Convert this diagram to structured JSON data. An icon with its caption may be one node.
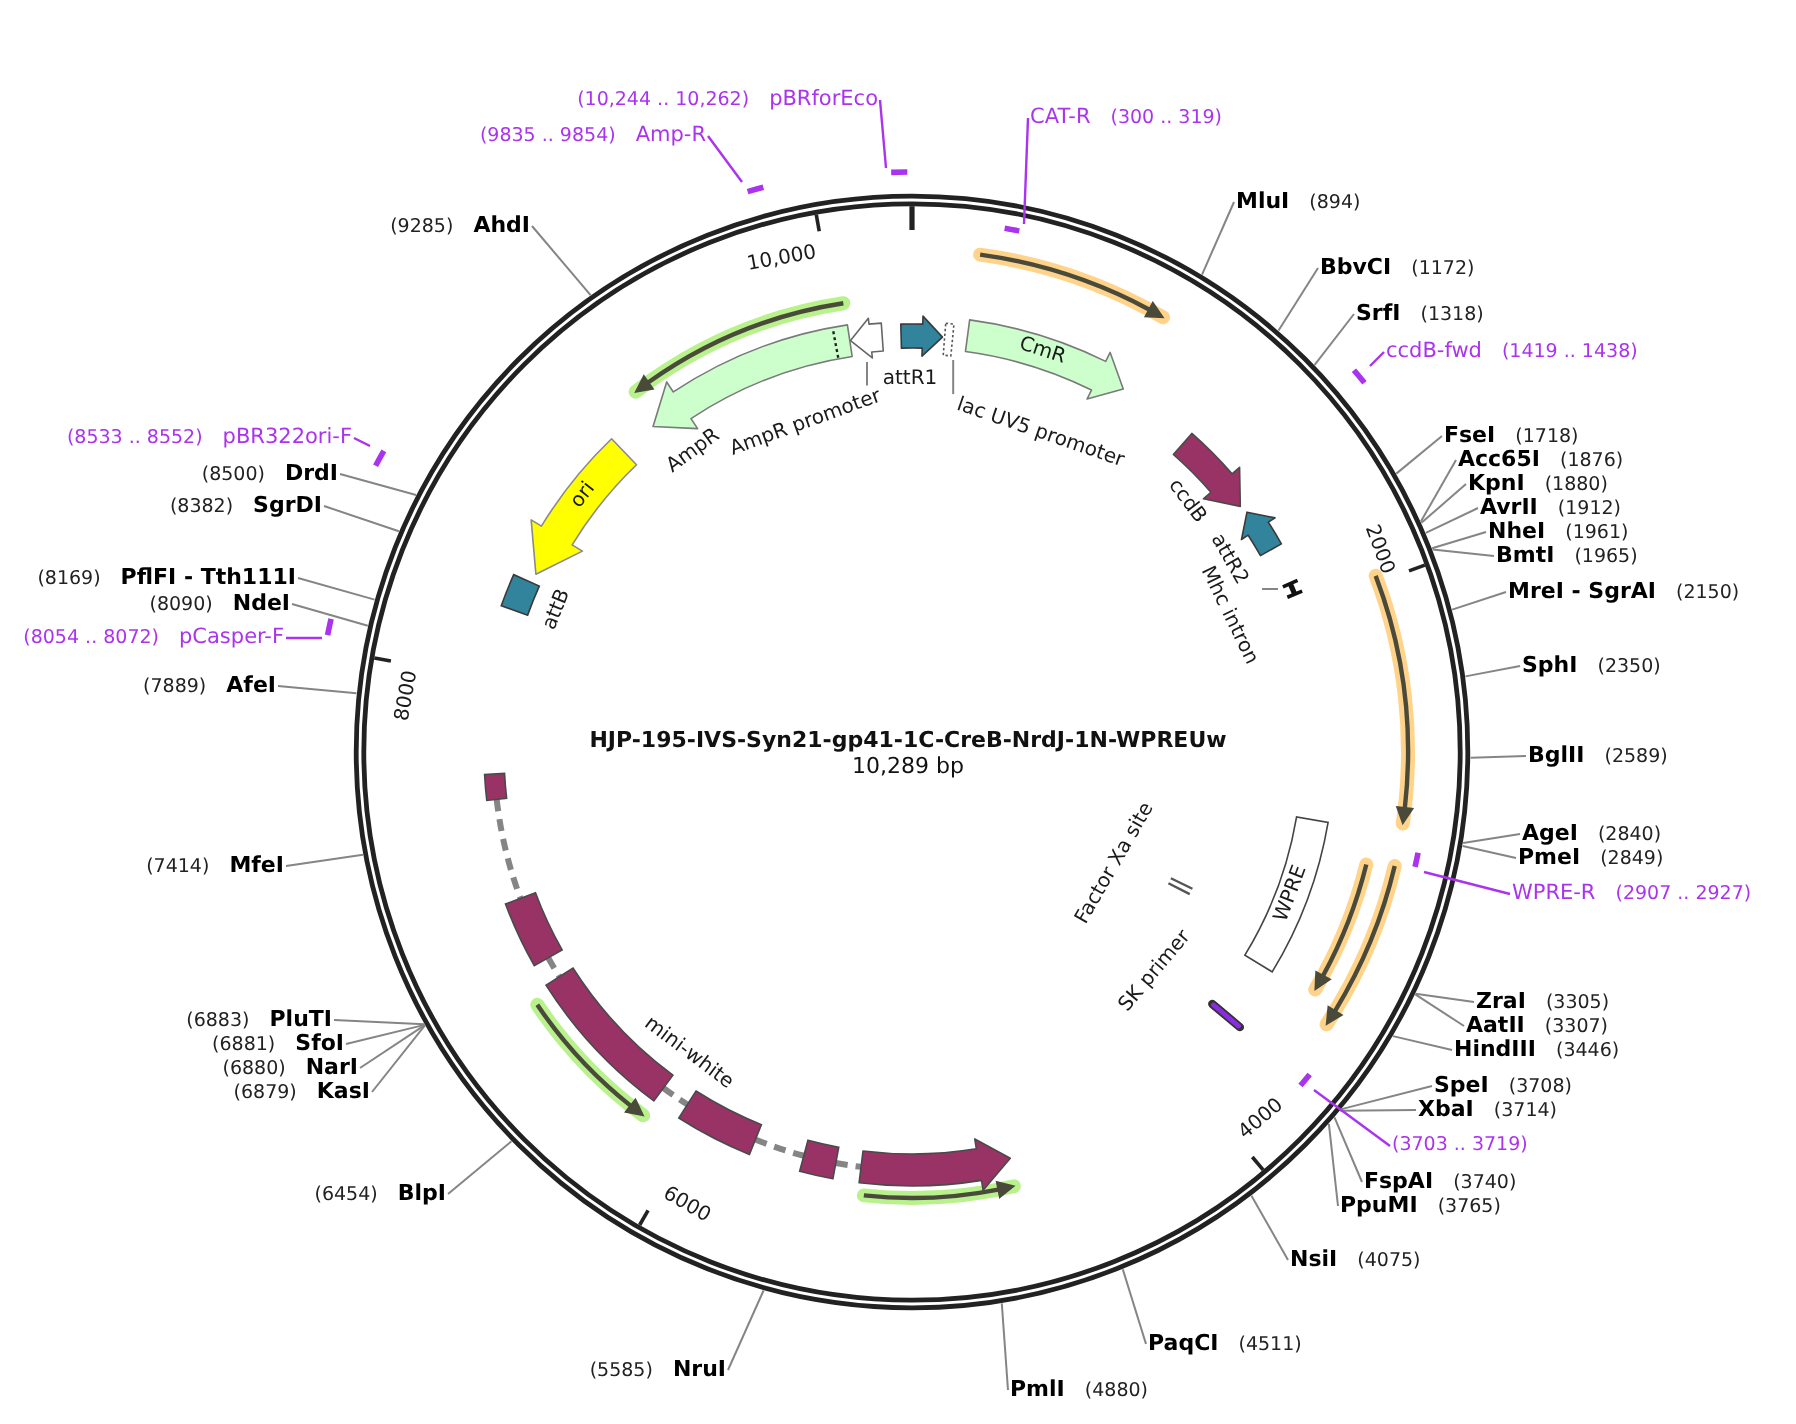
{
  "diagram": {
    "title": "HJP-195-IVS-Syn21-gp41-1C-CreB-NrdJ-1N-WPREUw",
    "nodes": [
      {
        "text": [
          "(10,244 .. 10,262)",
          "pBRforEco"
        ]
      },
      {
        "text": [],
        "shape": "bar"
      },
      {
        "text": [
          "CAT-R",
          "(300 .. 319)"
        ]
      },
      {
        "text": [],
        "shape": "bar"
      },
      {
        "text": [
          "**MluI** (894)"
        ]
      },
      {
        "text": [
          "**BbvCI** (1172)"
        ]
      },
      {
        "text": [
          "**SrfI** (1318)"
        ]
      },
      {
        "text": [
          "ccdB-fwd",
          "(1419 .. 1438)"
        ]
      },
      {
        "text": [],
        "shape": "bar"
      },
      {
        "text": [
          "**FseI** (1718)"
        ]
      },
      {
        "text": [
          "**Acc65I** (1876)"
        ]
      },
      {
        "text": [
          "**KpnI** (1880)"
        ]
      },
      {
        "text": [
          "**AvrII** (1912)"
        ]
      },
      {
        "text": [
          "**NheI** (1961)"
        ]
      },
      {
        "text": [
          "**BmtI** (1965)"
        ]
      },
      {
        "text": [
          "**MreI - SgrAI** (2150)"
        ]
      },
      {
        "text": [
          "**SphI** (2350)"
        ]
      },
      {
        "text": [
          "**BglII** (2589)"
        ]
      },
      {
        "text": [
          "**AgeI** (2840)"
        ]
      },
      {
        "text": [
          "**PmeI** (2849)"
        ]
      },
      {
        "text": [
          "WPRE-R",
          "(2907 .. 2927)"
        ]
      },
      {
        "text": [],
        "shape": "bar"
      },
      {
        "text": [
          "**ZraI** (3305)"
        ]
      },
      {
        "text": [
          "**AatII** (3307)"
        ]
      },
      {
        "text": [
          "**HindIII** (3446)"
        ]
      },
      {
        "text": [
          "**SpeI** (3708)"
        ]
      },
      {
        "text": [
          "**XbaI** (3714)"
        ]
      },
      {
        "text": [
          "(3703 .. 3719)"
        ]
      },
      {
        "text": [],
        "shape": "bar"
      },
      {
        "text": [
          "**FspAI** (3740)"
        ]
      },
      {
        "text": [
          "**PpuMI** (3765)"
        ]
      },
      {
        "text": [
          "**NsiI** (4075)"
        ]
      },
      {
        "text": [
          "**PaqCI** (4511)"
        ]
      },
      {
        "text": [
          "**PmlI** (4880)"
        ]
      },
      {
        "text": [
          "(5585) **NruI**"
        ]
      },
      {
        "text": [
          "(6454) **BlpI**"
        ]
      },
      {
        "text": [
          "(6879) **KasI**"
        ]
      },
      {
        "text": [
          "(6880) **NarI**"
        ]
      },
      {
        "text": [
          "(6881) **SfoI**"
        ]
      },
      {
        "text": [
          "(6883) **PluTI**"
        ]
      },
      {
        "text": [
          "(7414) **MfeI**"
        ]
      },
      {
        "text": [
          "(7889) **AfeI**"
        ]
      },
      {
        "text": [
          "(8054 .. 8072)",
          "pCasper-F"
        ]
      },
      {
        "text": [],
        "shape": "bar"
      },
      {
        "text": [
          "(8090) **NdeI**"
        ]
      },
      {
        "text": [
          "(8169) **PflFI - Tth111I**"
        ]
      },
      {
        "text": [
          "(8382) **SgrDI**"
        ]
      },
      {
        "text": [
          "(8500) **DrdI**"
        ]
      },
      {
        "text": [
          "(8533 .. 8552)",
          "pBR322ori-F"
        ]
      },
      {
        "text": [],
        "shape": "bar"
      },
      {
        "text": [
          "(9285) **AhdI**"
        ]
      },
      {
        "text": [
          "(9835 .. 9854)",
          "Amp-R"
        ]
      },
      {
        "text": [],
        "shape": "bar"
      },
      {
        "text": [
          "attR1"
        ]
      },
      {
        "text": [],
        "shape": "box"
      },
      {
        "text": [
          "lac UV5 promoter"
        ]
      },
      {
        "text": [
          "CmR"
        ]
      },
      {
        "text": [
          "ccdB"
        ]
      },
      {
        "text": [
          "attR2"
        ]
      },
      {
        "text": [],
        "shape": "bar"
      },
      {
        "text": [
          "Mhc intron"
        ]
      },
      {
        "text": [
          "WPRE"
        ]
      },
      {
        "text": [
          "Factor Xa site"
        ]
      },
      {
        "text": [
          "SK primer"
        ]
      },
      {
        "text": [],
        "shape": "box"
      },
      {
        "text": [],
        "shape": "box"
      },
      {
        "text": [
          "mini-white"
        ]
      },
      {
        "text": [],
        "shape": "box"
      },
      {
        "text": [],
        "shape": "box"
      },
      {
        "text": [],
        "shape": "arrow"
      },
      {
        "text": [
          "attB"
        ]
      },
      {
        "text": [
          "ori"
        ]
      },
      {
        "text": [
          "AmpR"
        ]
      },
      {
        "text": [],
        "shape": "arrow"
      },
      {
        "text": [
          "AmpR promoter"
        ]
      }
    ],
    "edges": [
      {
        "from": 0,
        "to": 1,
        "arrow": "none",
        "color": "#aa33ee"
      },
      {
        "from": 2,
        "to": 3,
        "arrow": "none",
        "color": "#aa33ee"
      },
      {
        "from": 4,
        "to": null,
        "arrow": "none"
      },
      {
        "from": 5,
        "to": null,
        "arrow": "none"
      },
      {
        "from": 6,
        "to": null,
        "arrow": "none"
      },
      {
        "from": 7,
        "to": 8,
        "arrow": "none",
        "color": "#aa33ee"
      },
      {
        "from": 9,
        "to": null,
        "arrow": "none"
      },
      {
        "from": 10,
        "to": null,
        "arrow": "none"
      },
      {
        "from": 11,
        "to": null,
        "arrow": "none"
      },
      {
        "from": 12,
        "to": null,
        "arrow": "none"
      },
      {
        "from": 13,
        "to": null,
        "arrow": "none"
      },
      {
        "from": 14,
        "to": null,
        "arrow": "none"
      },
      {
        "from": 15,
        "to": null,
        "arrow": "none"
      },
      {
        "from": 16,
        "to": null,
        "arrow": "none"
      },
      {
        "from": 17,
        "to": null,
        "arrow": "none"
      },
      {
        "from": 18,
        "to": null,
        "arrow": "none"
      },
      {
        "from": 19,
        "to": null,
        "arrow": "none"
      },
      {
        "from": 20,
        "to": 21,
        "arrow": "none",
        "color": "#aa33ee"
      },
      {
        "from": 22,
        "to": null,
        "arrow": "none"
      },
      {
        "from": 23,
        "to": null,
        "arrow": "none"
      },
      {
        "from": 24,
        "to": null,
        "arrow": "none"
      },
      {
        "from": 25,
        "to": null,
        "arrow": "none"
      },
      {
        "from": 26,
        "to": null,
        "arrow": "none"
      },
      {
        "from": 27,
        "to": 28,
        "arrow": "none",
        "color": "#aa33ee"
      },
      {
        "from": 29,
        "to": null,
        "arrow": "none"
      },
      {
        "from": 30,
        "to": null,
        "arrow": "none"
      },
      {
        "from": 31,
        "to": null,
        "arrow": "none"
      },
      {
        "from": 32,
        "to": null,
        "arrow": "none"
      },
      {
        "from": 33,
        "to": null,
        "arrow": "none"
      },
      {
        "from": 34,
        "to": null,
        "arrow": "none"
      },
      {
        "from": 35,
        "to": null,
        "arrow": "none"
      },
      {
        "from": 36,
        "to": null,
        "arrow": "none"
      },
      {
        "from": 37,
        "to": null,
        "arrow": "none"
      },
      {
        "from": 38,
        "to": null,
        "arrow": "none"
      },
      {
        "from": 39,
        "to": null,
        "arrow": "none"
      },
      {
        "from": 40,
        "to": null,
        "arrow": "none"
      },
      {
        "from": 41,
        "to": null,
        "arrow": "none"
      },
      {
        "from": 42,
        "to": 43,
        "arrow": "none",
        "color": "#aa33ee"
      },
      {
        "from": 44,
        "to": null,
        "arrow": "none"
      },
      {
        "from": 45,
        "to": null,
        "arrow": "none"
      },
      {
        "from": 46,
        "to": null,
        "arrow": "none"
      },
      {
        "from": 47,
        "to": null,
        "arrow": "none"
      },
      {
        "from": 48,
        "to": 49,
        "arrow": "none",
        "color": "#aa33ee"
      },
      {
        "from": 50,
        "to": null,
        "arrow": "none"
      },
      {
        "from": 51,
        "to": 52,
        "arrow": "none",
        "color": "#aa33ee"
      },
      {
        "from": 55,
        "to": 54,
        "arrow": "none"
      },
      {
        "from": 60,
        "to": 59,
        "arrow": "none"
      },
      {
        "from": 74,
        "to": 73,
        "arrow": "none"
      },
      {
        "from": 64,
        "to": 65,
        "arrow": "none",
        "style": "dashed"
      },
      {
        "from": 65,
        "to": 66,
        "arrow": "none",
        "style": "dashed"
      },
      {
        "from": 66,
        "to": 67,
        "arrow": "none",
        "style": "dashed"
      },
      {
        "from": 67,
        "to": 68,
        "arrow": "none",
        "style": "dashed"
      },
      {
        "from": 68,
        "to": 69,
        "arrow": "none",
        "style": "dashed"
      }
    ],
    "labels": [
      "10,289 bp",
      "10,000",
      "2000",
      "8000",
      "4000",
      "6000"
    ]
  }
}
